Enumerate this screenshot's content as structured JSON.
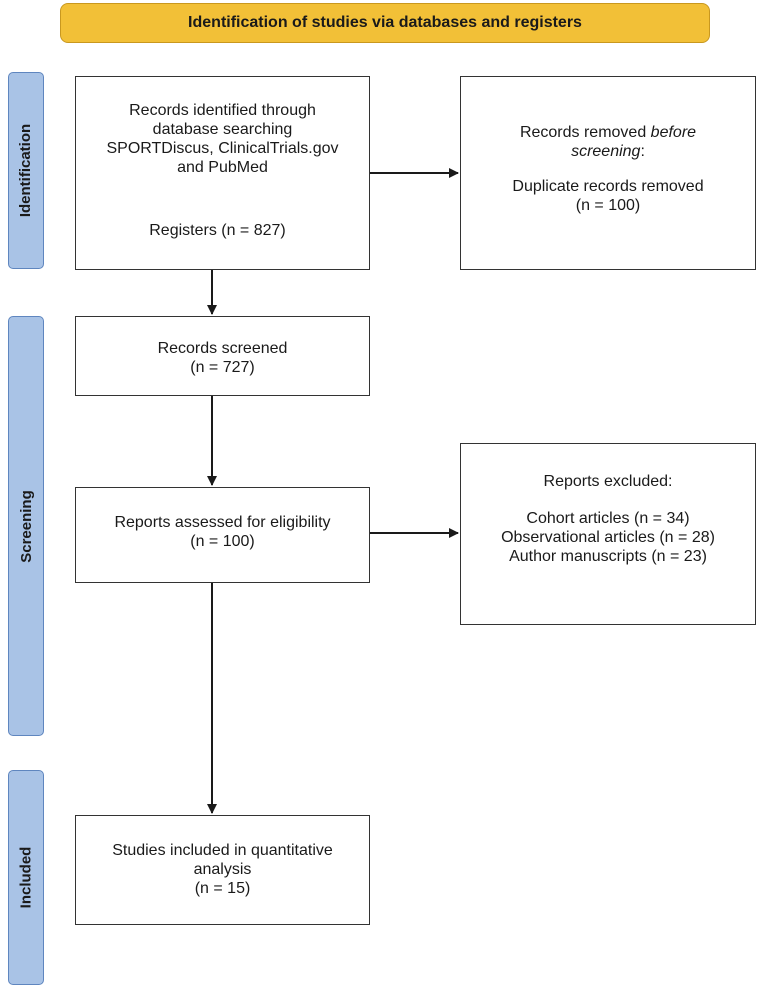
{
  "header": {
    "title": "Identification of studies via databases and registers"
  },
  "phases": {
    "identification": "Identification",
    "screening": "Screening",
    "included": "Included"
  },
  "records_identified": {
    "lines": [
      "Records identified through",
      "database searching",
      "SPORTDiscus, ClinicalTrials.gov",
      "and PubMed"
    ],
    "registers": "Registers  (n = 827)"
  },
  "records_removed": {
    "title_prefix": "Records removed ",
    "title_italic": "before",
    "title_italic2": "screening",
    "title_suffix": ":",
    "detail": "Duplicate records removed",
    "count": "(n = 100)"
  },
  "records_screened": {
    "title": "Records screened",
    "count": "(n = 727)"
  },
  "reports_assessed": {
    "title": "Reports assessed for eligibility",
    "count": "(n = 100)"
  },
  "reports_excluded": {
    "title": "Reports excluded:",
    "items": [
      "Cohort articles (n = 34)",
      "Observational articles (n = 28)",
      "Author manuscripts (n = 23)"
    ]
  },
  "studies_included": {
    "lines": [
      "Studies included in quantitative",
      "analysis"
    ],
    "count": "(n = 15)"
  }
}
